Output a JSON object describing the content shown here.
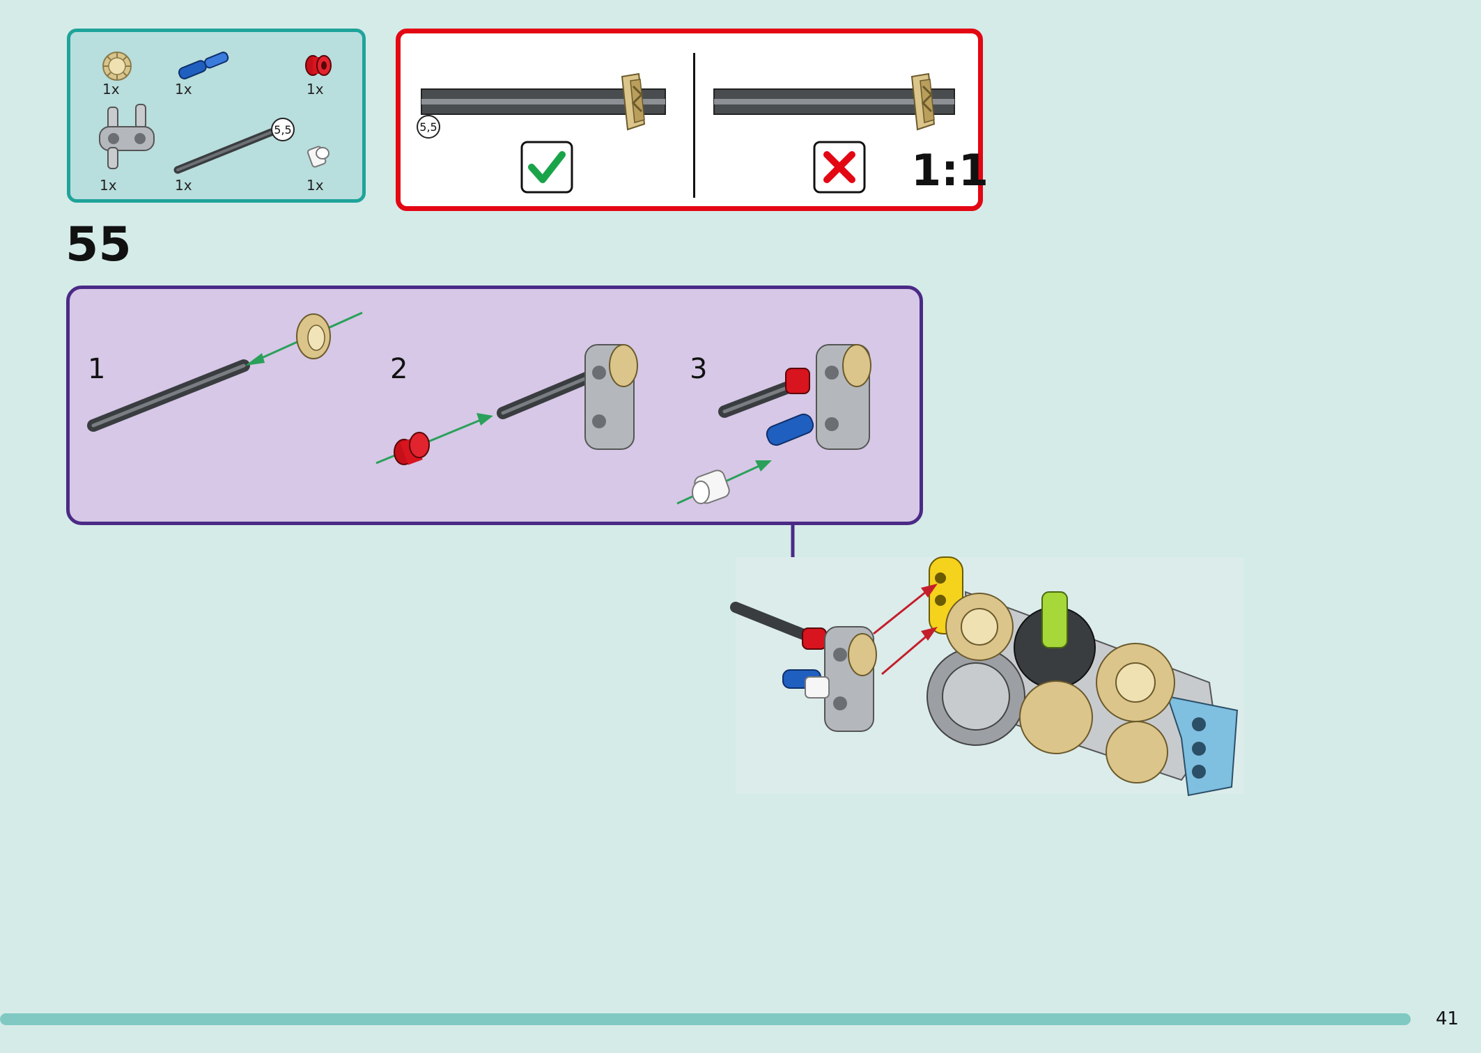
{
  "parts": [
    {
      "name": "bevel-gear",
      "qty": "1x"
    },
    {
      "name": "blue-pin",
      "qty": "1x"
    },
    {
      "name": "red-bush",
      "qty": "1x"
    },
    {
      "name": "pin-connector",
      "qty": "1x"
    },
    {
      "name": "axle",
      "qty": "1x",
      "size": "5,5"
    },
    {
      "name": "white-bush",
      "qty": "1x"
    }
  ],
  "check": {
    "size_label": "5,5",
    "ratio": "1:1",
    "colors": {
      "border": "#e30613",
      "ok": "#1aa44a",
      "wrong": "#e30613"
    }
  },
  "step": {
    "number": "55"
  },
  "substeps": [
    {
      "number": "1"
    },
    {
      "number": "2"
    },
    {
      "number": "3"
    }
  ],
  "page": {
    "number": "41"
  },
  "colors": {
    "background": "#d5ebe8",
    "parts_border": "#1fa39a",
    "substep_border": "#4b2a86",
    "page_bar": "#7fc9c2"
  }
}
